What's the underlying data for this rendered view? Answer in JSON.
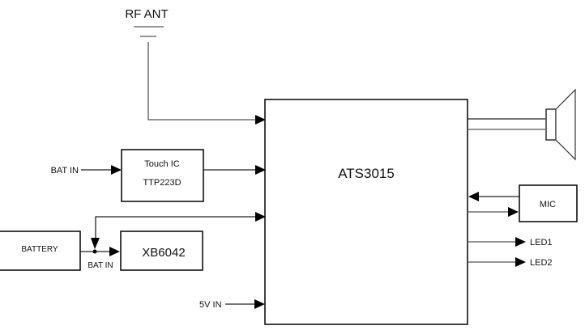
{
  "diagram": {
    "title": "ATS3015 Block Diagram",
    "main_chip": {
      "label": "ATS3015"
    },
    "antenna": {
      "label": "RF ANT"
    },
    "touch_ic": {
      "line1": "Touch IC",
      "line2": "TTP223D"
    },
    "charger": {
      "label": "XB6042"
    },
    "battery": {
      "label": "BATTERY"
    },
    "mic": {
      "label": "MIC"
    },
    "speaker": {
      "label": ""
    },
    "signals": {
      "bat_in_touch": "BAT IN",
      "bat_in_charger": "BAT IN",
      "five_v_in": "5V IN",
      "led1": "LED1",
      "led2": "LED2"
    },
    "connections": [
      {
        "from": "RF ANT",
        "to": "ATS3015"
      },
      {
        "from": "BAT IN",
        "to": "Touch IC TTP223D"
      },
      {
        "from": "Touch IC TTP223D",
        "to": "ATS3015"
      },
      {
        "from": "BATTERY",
        "to": "XB6042"
      },
      {
        "from": "BAT IN node",
        "to": "ATS3015"
      },
      {
        "from": "5V IN",
        "to": "ATS3015"
      },
      {
        "from": "ATS3015",
        "to": "Speaker"
      },
      {
        "from": "MIC",
        "to": "ATS3015"
      },
      {
        "from": "ATS3015",
        "to": "MIC"
      },
      {
        "from": "ATS3015",
        "to": "LED1"
      },
      {
        "from": "ATS3015",
        "to": "LED2"
      }
    ]
  }
}
